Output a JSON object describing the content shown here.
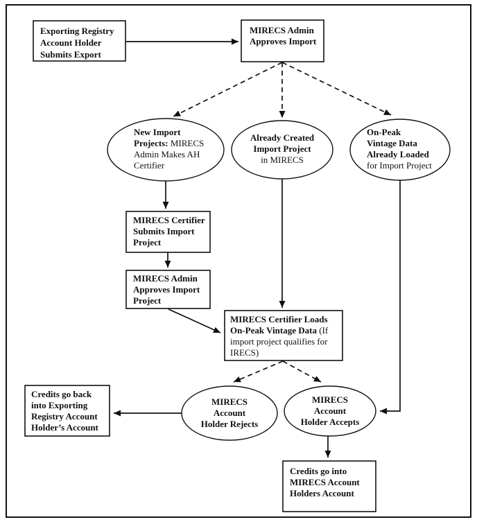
{
  "colors": {
    "ink": "#101010",
    "paper": "#ffffff"
  },
  "diagram": {
    "type": "flowchart",
    "nodes": [
      {
        "id": "export-submit",
        "shape": "rect",
        "lines": [
          [
            {
              "t": "Exporting Registry",
              "b": true
            }
          ],
          [
            {
              "t": "Account Holder",
              "b": true
            }
          ],
          [
            {
              "t": "Submits Export",
              "b": true
            }
          ]
        ]
      },
      {
        "id": "admin-approves-import",
        "shape": "rect",
        "lines": [
          [
            {
              "t": "MIRECS Admin",
              "b": true
            }
          ],
          [
            {
              "t": "Approves Import",
              "b": true
            }
          ]
        ]
      },
      {
        "id": "new-import-projects",
        "shape": "ellipse",
        "lines": [
          [
            {
              "t": "New Import",
              "b": true
            }
          ],
          [
            {
              "t": "Projects:",
              "b": true
            },
            {
              "t": " MIRECS",
              "b": false
            }
          ],
          [
            {
              "t": "Admin Makes AH",
              "b": false
            }
          ],
          [
            {
              "t": "Certifier",
              "b": false
            }
          ]
        ]
      },
      {
        "id": "already-created",
        "shape": "ellipse",
        "lines": [
          [
            {
              "t": "Already Created",
              "b": true
            }
          ],
          [
            {
              "t": "Import Project",
              "b": true
            }
          ],
          [
            {
              "t": "in MIRECS",
              "b": false
            }
          ]
        ]
      },
      {
        "id": "onpeak-loaded",
        "shape": "ellipse",
        "lines": [
          [
            {
              "t": "On-Peak",
              "b": true
            }
          ],
          [
            {
              "t": "Vintage Data",
              "b": true
            }
          ],
          [
            {
              "t": "Already Loaded",
              "b": true
            }
          ],
          [
            {
              "t": "for Import Project",
              "b": false
            }
          ]
        ]
      },
      {
        "id": "certifier-submits",
        "shape": "rect",
        "lines": [
          [
            {
              "t": "MIRECS Certifier",
              "b": true
            }
          ],
          [
            {
              "t": "Submits Import",
              "b": true
            }
          ],
          [
            {
              "t": "Project",
              "b": true
            }
          ]
        ]
      },
      {
        "id": "admin-approves-project",
        "shape": "rect",
        "lines": [
          [
            {
              "t": "MIRECS Admin",
              "b": true
            }
          ],
          [
            {
              "t": "Approves Import",
              "b": true
            }
          ],
          [
            {
              "t": "Project",
              "b": true
            }
          ]
        ]
      },
      {
        "id": "certifier-loads",
        "shape": "rect",
        "lines": [
          [
            {
              "t": "MIRECS Certifier Loads",
              "b": true
            }
          ],
          [
            {
              "t": "On-Peak Vintage Data",
              "b": true
            },
            {
              "t": " (If",
              "b": false
            }
          ],
          [
            {
              "t": "import project qualifies for",
              "b": false
            }
          ],
          [
            {
              "t": "IRECS)",
              "b": false
            }
          ]
        ]
      },
      {
        "id": "holder-rejects",
        "shape": "ellipse",
        "lines": [
          [
            {
              "t": "MIRECS",
              "b": true
            }
          ],
          [
            {
              "t": "Account",
              "b": true
            }
          ],
          [
            {
              "t": "Holder Rejects",
              "b": true
            }
          ]
        ]
      },
      {
        "id": "holder-accepts",
        "shape": "ellipse",
        "lines": [
          [
            {
              "t": "MIRECS",
              "b": true
            }
          ],
          [
            {
              "t": "Account",
              "b": true
            }
          ],
          [
            {
              "t": "Holder Accepts",
              "b": true
            }
          ]
        ]
      },
      {
        "id": "credits-back",
        "shape": "rect",
        "lines": [
          [
            {
              "t": "Credits go back",
              "b": true
            }
          ],
          [
            {
              "t": "into Exporting",
              "b": true
            }
          ],
          [
            {
              "t": "Registry Account",
              "b": true
            }
          ],
          [
            {
              "t": "Holder’s Account",
              "b": true
            }
          ]
        ]
      },
      {
        "id": "credits-into",
        "shape": "rect",
        "lines": [
          [
            {
              "t": "Credits go into",
              "b": true
            }
          ],
          [
            {
              "t": "MIRECS Account",
              "b": true
            }
          ],
          [
            {
              "t": "Holders Account",
              "b": true
            }
          ]
        ]
      }
    ]
  }
}
